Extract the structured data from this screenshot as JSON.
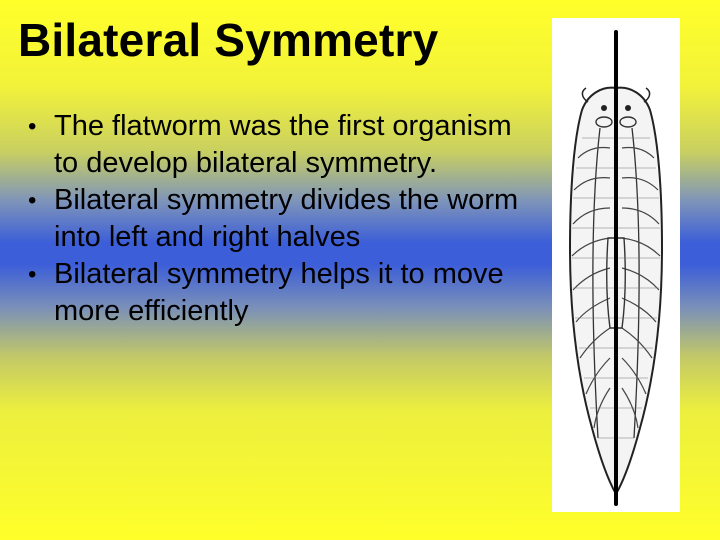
{
  "slide": {
    "title": "Bilateral Symmetry",
    "bullet_marker": "•",
    "bullets": [
      "The flatworm was the first organism to develop bilateral symmetry.",
      "Bilateral symmetry divides the worm into left and right halves",
      "Bilateral symmetry helps it to move more efficiently"
    ]
  },
  "figure": {
    "subject": "flatworm-diagram",
    "axis_icon": "symmetry-axis-line"
  }
}
